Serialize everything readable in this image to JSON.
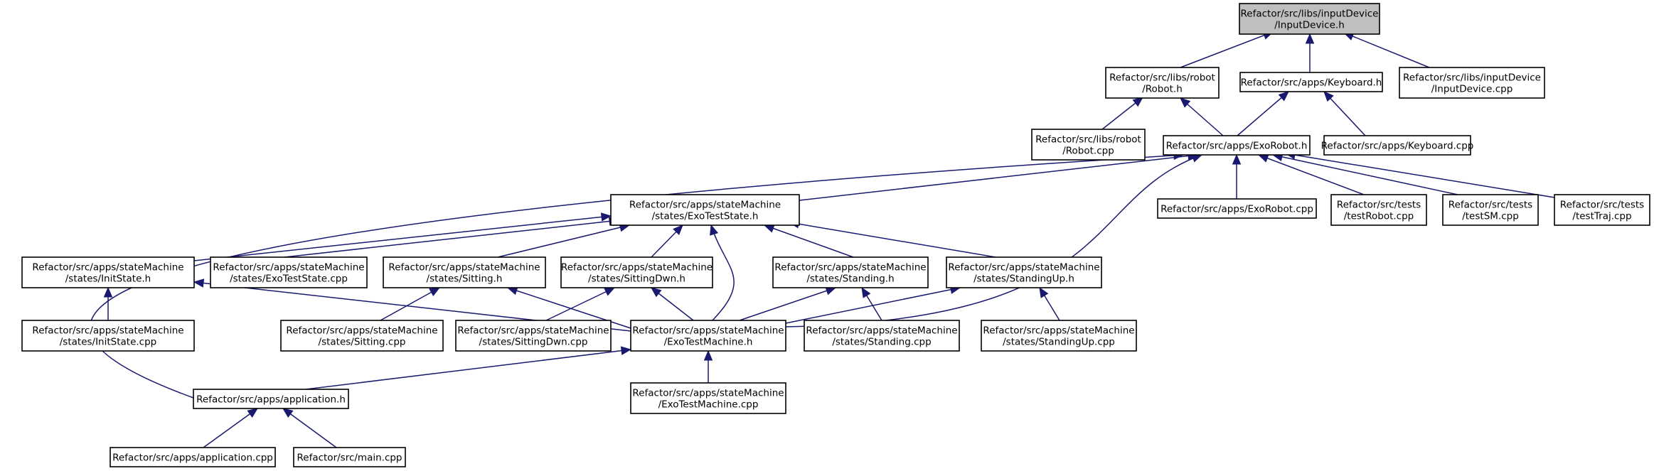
{
  "graph": {
    "nodes": [
      {
        "id": "inputdevice_h",
        "lines": [
          "Refactor/src/libs/inputDevice",
          "/InputDevice.h"
        ],
        "root": true
      },
      {
        "id": "robot_h",
        "lines": [
          "Refactor/src/libs/robot",
          "/Robot.h"
        ]
      },
      {
        "id": "keyboard_h",
        "lines": [
          "Refactor/src/apps/Keyboard.h"
        ]
      },
      {
        "id": "inputdevice_cpp",
        "lines": [
          "Refactor/src/libs/inputDevice",
          "/InputDevice.cpp"
        ]
      },
      {
        "id": "robot_cpp",
        "lines": [
          "Refactor/src/libs/robot",
          "/Robot.cpp"
        ]
      },
      {
        "id": "exorobot_h",
        "lines": [
          "Refactor/src/apps/ExoRobot.h"
        ]
      },
      {
        "id": "keyboard_cpp",
        "lines": [
          "Refactor/src/apps/Keyboard.cpp"
        ]
      },
      {
        "id": "exoteststate_h",
        "lines": [
          "Refactor/src/apps/stateMachine",
          "/states/ExoTestState.h"
        ]
      },
      {
        "id": "exorobot_cpp",
        "lines": [
          "Refactor/src/apps/ExoRobot.cpp"
        ]
      },
      {
        "id": "testrobot_cpp",
        "lines": [
          "Refactor/src/tests",
          "/testRobot.cpp"
        ]
      },
      {
        "id": "testsm_cpp",
        "lines": [
          "Refactor/src/tests",
          "/testSM.cpp"
        ]
      },
      {
        "id": "testtraj_cpp",
        "lines": [
          "Refactor/src/tests",
          "/testTraj.cpp"
        ]
      },
      {
        "id": "initstate_h",
        "lines": [
          "Refactor/src/apps/stateMachine",
          "/states/InitState.h"
        ]
      },
      {
        "id": "exoteststate_cpp",
        "lines": [
          "Refactor/src/apps/stateMachine",
          "/states/ExoTestState.cpp"
        ]
      },
      {
        "id": "sitting_h",
        "lines": [
          "Refactor/src/apps/stateMachine",
          "/states/Sitting.h"
        ]
      },
      {
        "id": "sittingdwn_h",
        "lines": [
          "Refactor/src/apps/stateMachine",
          "/states/SittingDwn.h"
        ]
      },
      {
        "id": "standing_h",
        "lines": [
          "Refactor/src/apps/stateMachine",
          "/states/Standing.h"
        ]
      },
      {
        "id": "standingup_h",
        "lines": [
          "Refactor/src/apps/stateMachine",
          "/states/StandingUp.h"
        ]
      },
      {
        "id": "initstate_cpp",
        "lines": [
          "Refactor/src/apps/stateMachine",
          "/states/InitState.cpp"
        ]
      },
      {
        "id": "sitting_cpp",
        "lines": [
          "Refactor/src/apps/stateMachine",
          "/states/Sitting.cpp"
        ]
      },
      {
        "id": "sittingdwn_cpp",
        "lines": [
          "Refactor/src/apps/stateMachine",
          "/states/SittingDwn.cpp"
        ]
      },
      {
        "id": "exotestmachine_h",
        "lines": [
          "Refactor/src/apps/stateMachine",
          "/ExoTestMachine.h"
        ]
      },
      {
        "id": "standing_cpp",
        "lines": [
          "Refactor/src/apps/stateMachine",
          "/states/Standing.cpp"
        ]
      },
      {
        "id": "standingup_cpp",
        "lines": [
          "Refactor/src/apps/stateMachine",
          "/states/StandingUp.cpp"
        ]
      },
      {
        "id": "application_h",
        "lines": [
          "Refactor/src/apps/application.h"
        ]
      },
      {
        "id": "exotestmachine_cpp",
        "lines": [
          "Refactor/src/apps/stateMachine",
          "/ExoTestMachine.cpp"
        ]
      },
      {
        "id": "application_cpp",
        "lines": [
          "Refactor/src/apps/application.cpp"
        ]
      },
      {
        "id": "main_cpp",
        "lines": [
          "Refactor/src/main.cpp"
        ]
      }
    ],
    "edges": [
      {
        "from": "robot_h",
        "to": "inputdevice_h"
      },
      {
        "from": "keyboard_h",
        "to": "inputdevice_h"
      },
      {
        "from": "inputdevice_cpp",
        "to": "inputdevice_h"
      },
      {
        "from": "robot_cpp",
        "to": "robot_h"
      },
      {
        "from": "exorobot_h",
        "to": "robot_h"
      },
      {
        "from": "exorobot_h",
        "to": "keyboard_h"
      },
      {
        "from": "keyboard_cpp",
        "to": "keyboard_h"
      },
      {
        "from": "exoteststate_h",
        "to": "exorobot_h"
      },
      {
        "from": "exorobot_cpp",
        "to": "exorobot_h"
      },
      {
        "from": "testrobot_cpp",
        "to": "exorobot_h"
      },
      {
        "from": "testsm_cpp",
        "to": "exorobot_h"
      },
      {
        "from": "testtraj_cpp",
        "to": "exorobot_h"
      },
      {
        "from": "exotestmachine_h",
        "to": "exorobot_h"
      },
      {
        "from": "application_h",
        "to": "exorobot_h"
      },
      {
        "from": "initstate_h",
        "to": "exoteststate_h"
      },
      {
        "from": "exoteststate_cpp",
        "to": "exoteststate_h"
      },
      {
        "from": "sitting_h",
        "to": "exoteststate_h"
      },
      {
        "from": "sittingdwn_h",
        "to": "exoteststate_h"
      },
      {
        "from": "standing_h",
        "to": "exoteststate_h"
      },
      {
        "from": "standingup_h",
        "to": "exoteststate_h"
      },
      {
        "from": "exotestmachine_h",
        "to": "exoteststate_h"
      },
      {
        "from": "initstate_cpp",
        "to": "initstate_h"
      },
      {
        "from": "exotestmachine_h",
        "to": "initstate_h"
      },
      {
        "from": "sitting_cpp",
        "to": "sitting_h"
      },
      {
        "from": "exotestmachine_h",
        "to": "sitting_h"
      },
      {
        "from": "sittingdwn_cpp",
        "to": "sittingdwn_h"
      },
      {
        "from": "exotestmachine_h",
        "to": "sittingdwn_h"
      },
      {
        "from": "standing_cpp",
        "to": "standing_h"
      },
      {
        "from": "exotestmachine_h",
        "to": "standing_h"
      },
      {
        "from": "standingup_cpp",
        "to": "standingup_h"
      },
      {
        "from": "exotestmachine_h",
        "to": "standingup_h"
      },
      {
        "from": "application_h",
        "to": "exotestmachine_h"
      },
      {
        "from": "exotestmachine_cpp",
        "to": "exotestmachine_h"
      },
      {
        "from": "application_cpp",
        "to": "application_h"
      },
      {
        "from": "main_cpp",
        "to": "application_h"
      }
    ]
  }
}
